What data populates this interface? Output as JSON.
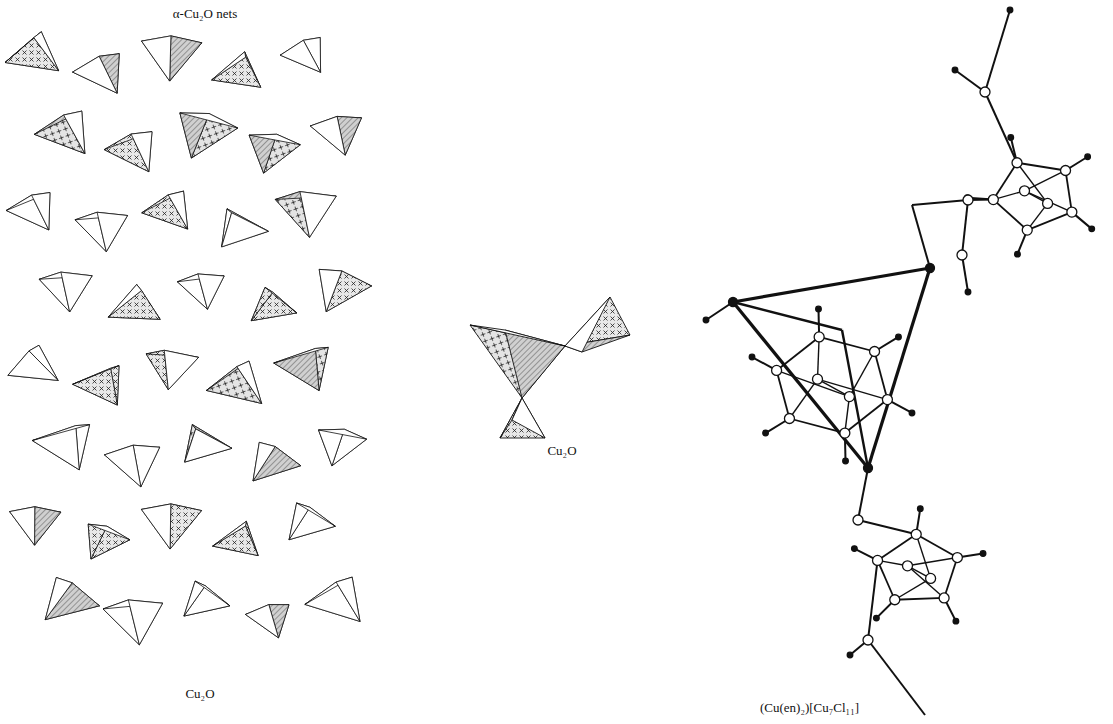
{
  "diagram": {
    "labels": [
      "α-Cu₂O nets",
      "Cu₂O",
      "Cu₂O",
      "(Cu(en)₂)[Cu₇Cl₁₁]"
    ]
  }
}
